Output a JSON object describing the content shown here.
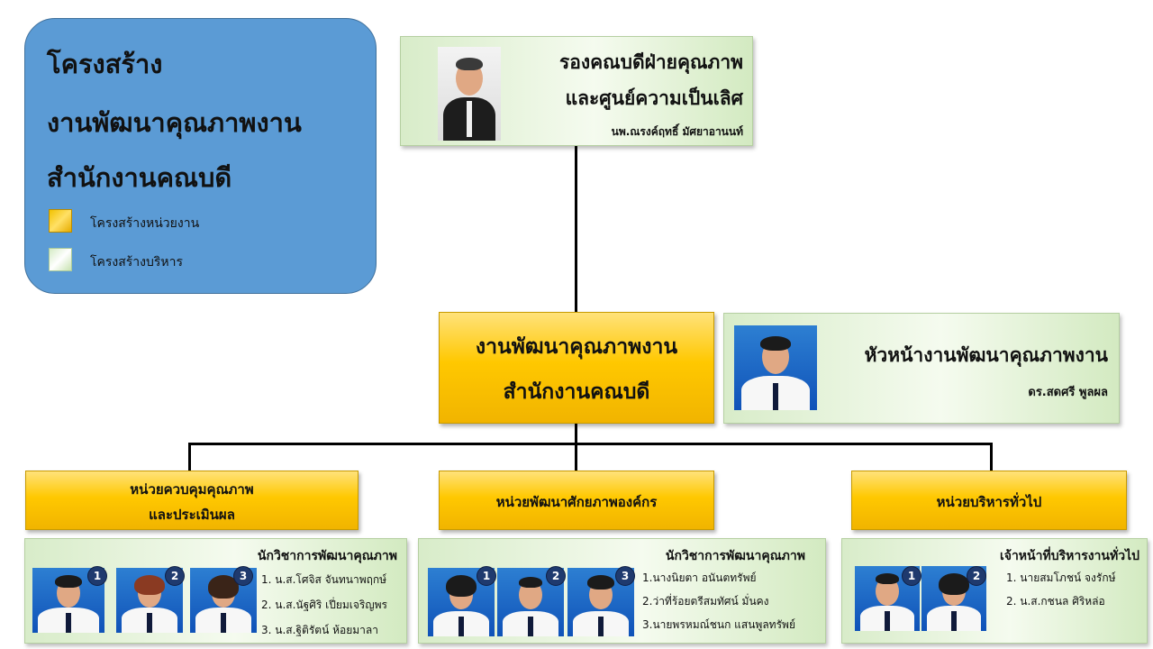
{
  "legend": {
    "title_lines": [
      "โครงสร้าง",
      "งานพัฒนาคุณภาพงาน",
      "สำนักงานคณบดี"
    ],
    "items": [
      {
        "label": "โครงสร้างหน่วยงาน",
        "color": "#ffc800"
      },
      {
        "label": "โครงสร้างบริหาร",
        "color": "#d8ecc9"
      }
    ]
  },
  "top_executive": {
    "title_lines": [
      "รองคณบดีฝ่ายคุณภาพ",
      "และศูนย์ความเป็นเลิศ"
    ],
    "name": "นพ.ณรงค์ฤทธิ์ มัศยาอานนท์"
  },
  "main_unit": {
    "title_lines": [
      "งานพัฒนาคุณภาพงาน",
      "สำนักงานคณบดี"
    ]
  },
  "head": {
    "title": "หัวหน้างานพัฒนาคุณภาพงาน",
    "name": "ดร.สดศรี พูลผล"
  },
  "units": [
    {
      "title_lines": [
        "หน่วยควบคุมคุณภาพ",
        "และประเมินผล"
      ],
      "role": "นักวิชาการพัฒนาคุณภาพ",
      "staff": [
        "1. น.ส.โศจิส จันทนาพฤกษ์",
        "2. น.ส.นัฐศิริ  เปี่ยมเจริญพร",
        "3. น.ส.ฐิติรัตน์ ห้อยมาลา"
      ],
      "badges": [
        "1",
        "2",
        "3"
      ]
    },
    {
      "title_lines": [
        "หน่วยพัฒนาศักยภาพองค์กร"
      ],
      "role": "นักวิชาการพัฒนาคุณภาพ",
      "staff": [
        "1.นางนิยตา อนันตทรัพย์",
        "2.ว่าที่ร้อยตรีสมทัศน์ มั่นคง",
        "3.นายพรหมณ์ชนก แสนพูลทรัพย์"
      ],
      "badges": [
        "1",
        "2",
        "3"
      ]
    },
    {
      "title_lines": [
        "หน่วยบริหารทั่วไป"
      ],
      "role": "เจ้าหน้าที่บริหารงานทั่วไป",
      "staff": [
        "1. นายสมโภชน์ จงรักษ์",
        "2. น.ส.กชนล ศิริหล่อ"
      ],
      "badges": [
        "1",
        "2"
      ]
    }
  ]
}
